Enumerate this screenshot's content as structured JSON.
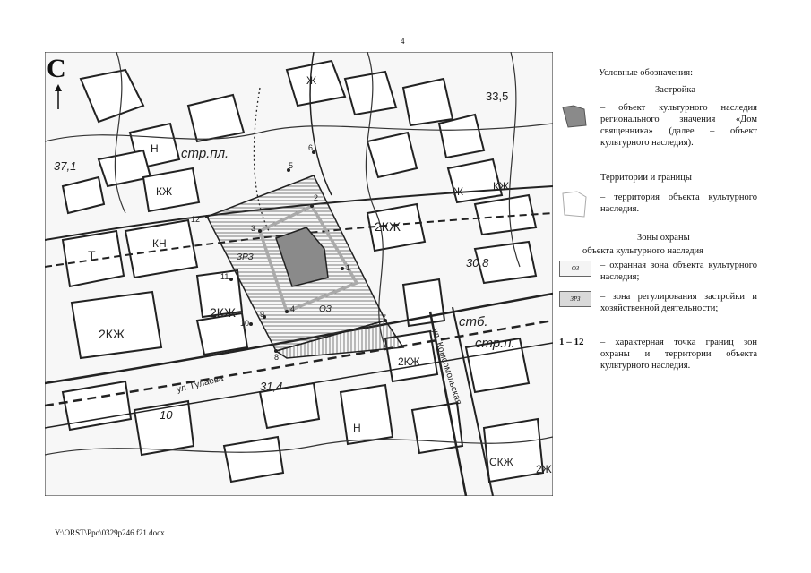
{
  "page_number": "4",
  "north_letter": "С",
  "footer_path": "Y:\\ORST\\Ppo\\0329p246.f21.docx",
  "map": {
    "elevations": [
      "33,5",
      "37,1",
      "30,8",
      "31,4"
    ],
    "streets": [
      "ул. Гулаева",
      "ул. Комсомольская"
    ],
    "structure_marks": [
      "стр.пл.",
      "стр.п.",
      "стб."
    ],
    "building_codes": [
      "Ж",
      "КЖ",
      "Н",
      "КН",
      "2КЖ",
      "Т",
      "СКЖ",
      "2Ж"
    ],
    "zone_labels": [
      "ЗРЗ",
      "ОЗ"
    ],
    "points": [
      "1",
      "2",
      "3",
      "4",
      "5",
      "6",
      "7",
      "8",
      "9",
      "10",
      "11",
      "12"
    ],
    "extra_marks": [
      "10"
    ]
  },
  "legend": {
    "title": "Условные обозначения:",
    "section_building": "Застройка",
    "heritage_object_text": "– объект культурного наследия регионального значения «Дом священника» (далее – объект культурного наследия).",
    "section_territories": "Территории и границы",
    "territory_text": "– территория объекта культурного наследия.",
    "section_zones_line1": "Зоны охраны",
    "section_zones_line2": "объекта культурного наследия",
    "oz_swatch": "ОЗ",
    "oz_text": "– охранная зона объекта культурного наследия;",
    "zrz_swatch": "ЗРЗ",
    "zrz_text": "– зона регулирования застройки и хозяйственной деятельности;",
    "points_range": "1 – 12",
    "points_text": "– характерная точка границ зон охраны и территории объекта культурного наследия."
  },
  "colors": {
    "ink": "#222222",
    "heritage_fill": "#8a8a8a",
    "territory_outline": "#aaaaaa",
    "zone_fill": "#d9d9d9"
  }
}
